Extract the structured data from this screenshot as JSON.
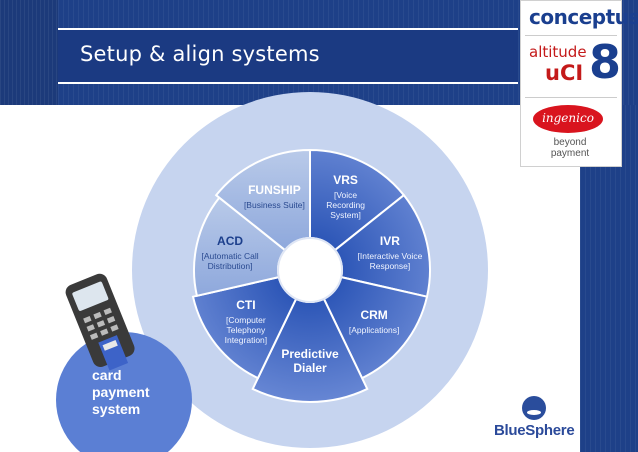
{
  "slide": {
    "title": "Setup & align systems",
    "card_label": [
      "card",
      "payment",
      "system"
    ]
  },
  "logos": {
    "conceptus": "conceptus",
    "altitude": "altitude",
    "uci": "uCI",
    "eight": "8",
    "ingenico": "ingenico",
    "beyond": "beyond",
    "payment": "payment",
    "bluesphere": "BlueSphere"
  },
  "wheel": {
    "segments": [
      {
        "id": "vrs",
        "title": "VRS",
        "sub": [
          "[Voice",
          "Recording",
          "System]"
        ]
      },
      {
        "id": "ivr",
        "title": "IVR",
        "sub": [
          "[Interactive Voice",
          "Response]"
        ]
      },
      {
        "id": "crm",
        "title": "CRM",
        "sub": [
          "[Applications]"
        ]
      },
      {
        "id": "predictive-dialer",
        "title": "Predictive",
        "title2": "Dialer",
        "sub": []
      },
      {
        "id": "cti",
        "title": "CTI",
        "sub": [
          "[Computer",
          "Telephony",
          "Integration]"
        ]
      },
      {
        "id": "acd",
        "title": "ACD",
        "sub": [
          "[Automatic Call",
          "Distribution]"
        ]
      },
      {
        "id": "funship",
        "title": "FUNSHIP",
        "sub": [
          "[Business Suite]"
        ]
      }
    ]
  },
  "colors": {
    "band": "#1e4088",
    "outer_ring": "#c6d4ef",
    "segment_dark": "#3f66c0",
    "segment_light": "#a9bde6"
  }
}
